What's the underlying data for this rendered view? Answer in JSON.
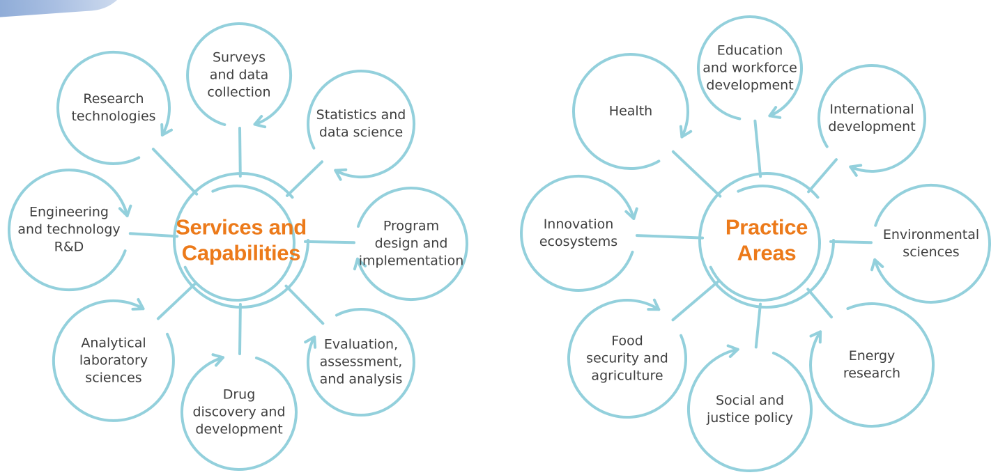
{
  "colors": {
    "ring": "#93d0dc",
    "hub_text": "#ec7a1a",
    "node_text": "#3f3f3f"
  },
  "diagrams": [
    {
      "hub": [
        "Services and",
        "Capabilities"
      ],
      "nodes": [
        [
          "Surveys",
          "and data",
          "collection"
        ],
        [
          "Statistics and",
          "data science"
        ],
        [
          "Program",
          "design and",
          "implementation"
        ],
        [
          "Evaluation,",
          "assessment,",
          "and analysis"
        ],
        [
          "Drug",
          "discovery and",
          "development"
        ],
        [
          "Analytical",
          "laboratory",
          "sciences"
        ],
        [
          "Engineering",
          "and technology",
          "R&D"
        ],
        [
          "Research",
          "technologies"
        ]
      ]
    },
    {
      "hub": [
        "Practice",
        "Areas"
      ],
      "nodes": [
        [
          "Education",
          "and workforce",
          "development"
        ],
        [
          "International",
          "development"
        ],
        [
          "Environmental",
          "sciences"
        ],
        [
          "Energy",
          "research"
        ],
        [
          "Social and",
          "justice policy"
        ],
        [
          "Food",
          "security and",
          "agriculture"
        ],
        [
          "Innovation",
          "ecosystems"
        ],
        [
          "Health"
        ]
      ]
    }
  ]
}
